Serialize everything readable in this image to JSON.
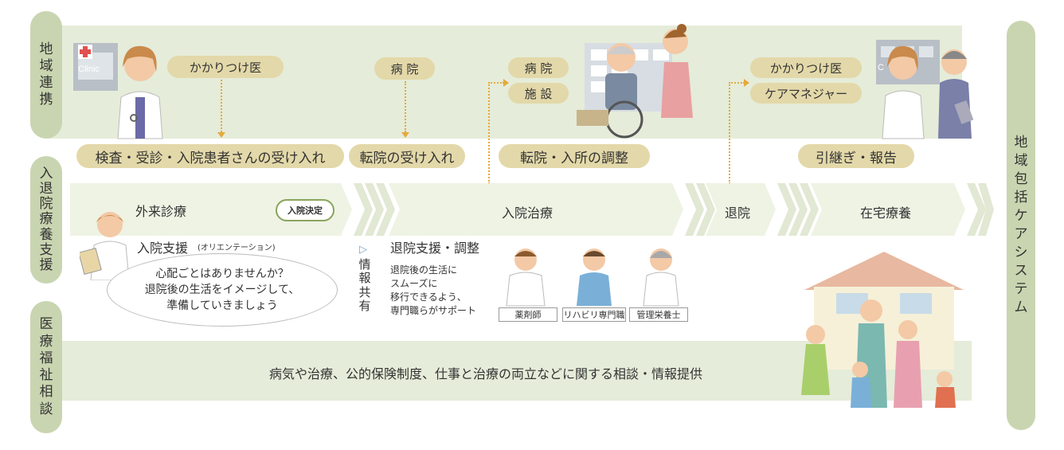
{
  "side_labels": {
    "community": "地域連携",
    "admission_support": "入退院療養支援",
    "medical_welfare": "医療福祉相談",
    "system": "地域包括ケアシステム"
  },
  "community_row": {
    "family_doctor_top": "かかりつけ医",
    "hospital_top": "病 院",
    "hospital2": "病 院",
    "facility": "施 設",
    "family_doctor_right": "かかりつけ医",
    "care_manager": "ケアマネジャー",
    "clinic_sign": "Clinic",
    "clinic_sign_right": "C"
  },
  "action_row": {
    "accept_patients": "検査・受診・入院患者さんの受け入れ",
    "accept_transfer": "転院の受け入れ",
    "coordinate_transfer": "転院・入所の調整",
    "handover": "引継ぎ・報告"
  },
  "flow": {
    "outpatient": "外来診療",
    "admission_decision": "入院決定",
    "inpatient": "入院治療",
    "discharge": "退院",
    "home_care": "在宅療養"
  },
  "support": {
    "admission_support_title": "入院支援",
    "admission_support_sub": "(オリエンテーション)",
    "bubble_text": "心配ごとはありませんか？\n退院後の生活をイメージして、\n準備していきましょう",
    "info_share_arrow": "▷",
    "info_share": "情報共有",
    "discharge_support_title": "退院支援・調整",
    "discharge_support_desc_1": "退院後の生活に",
    "discharge_support_desc_2": "スムーズに",
    "discharge_support_desc_3": "移行できるよう、",
    "discharge_support_desc_4": "専門職らがサポート",
    "roles": [
      "薬剤師",
      "リハビリ専門職",
      "管理栄養士"
    ]
  },
  "consultation": {
    "text": "病気や治療、公的保険制度、仕事と治療の両立などに関する相談・情報提供"
  },
  "colors": {
    "band": "#e5ecd9",
    "side_tab": "#c9d5b0",
    "pill": "#e3d8a9",
    "dotted_arrow": "#e6a93a",
    "stamp_border": "#8aa45c",
    "chevron": "#f1f5ea"
  }
}
